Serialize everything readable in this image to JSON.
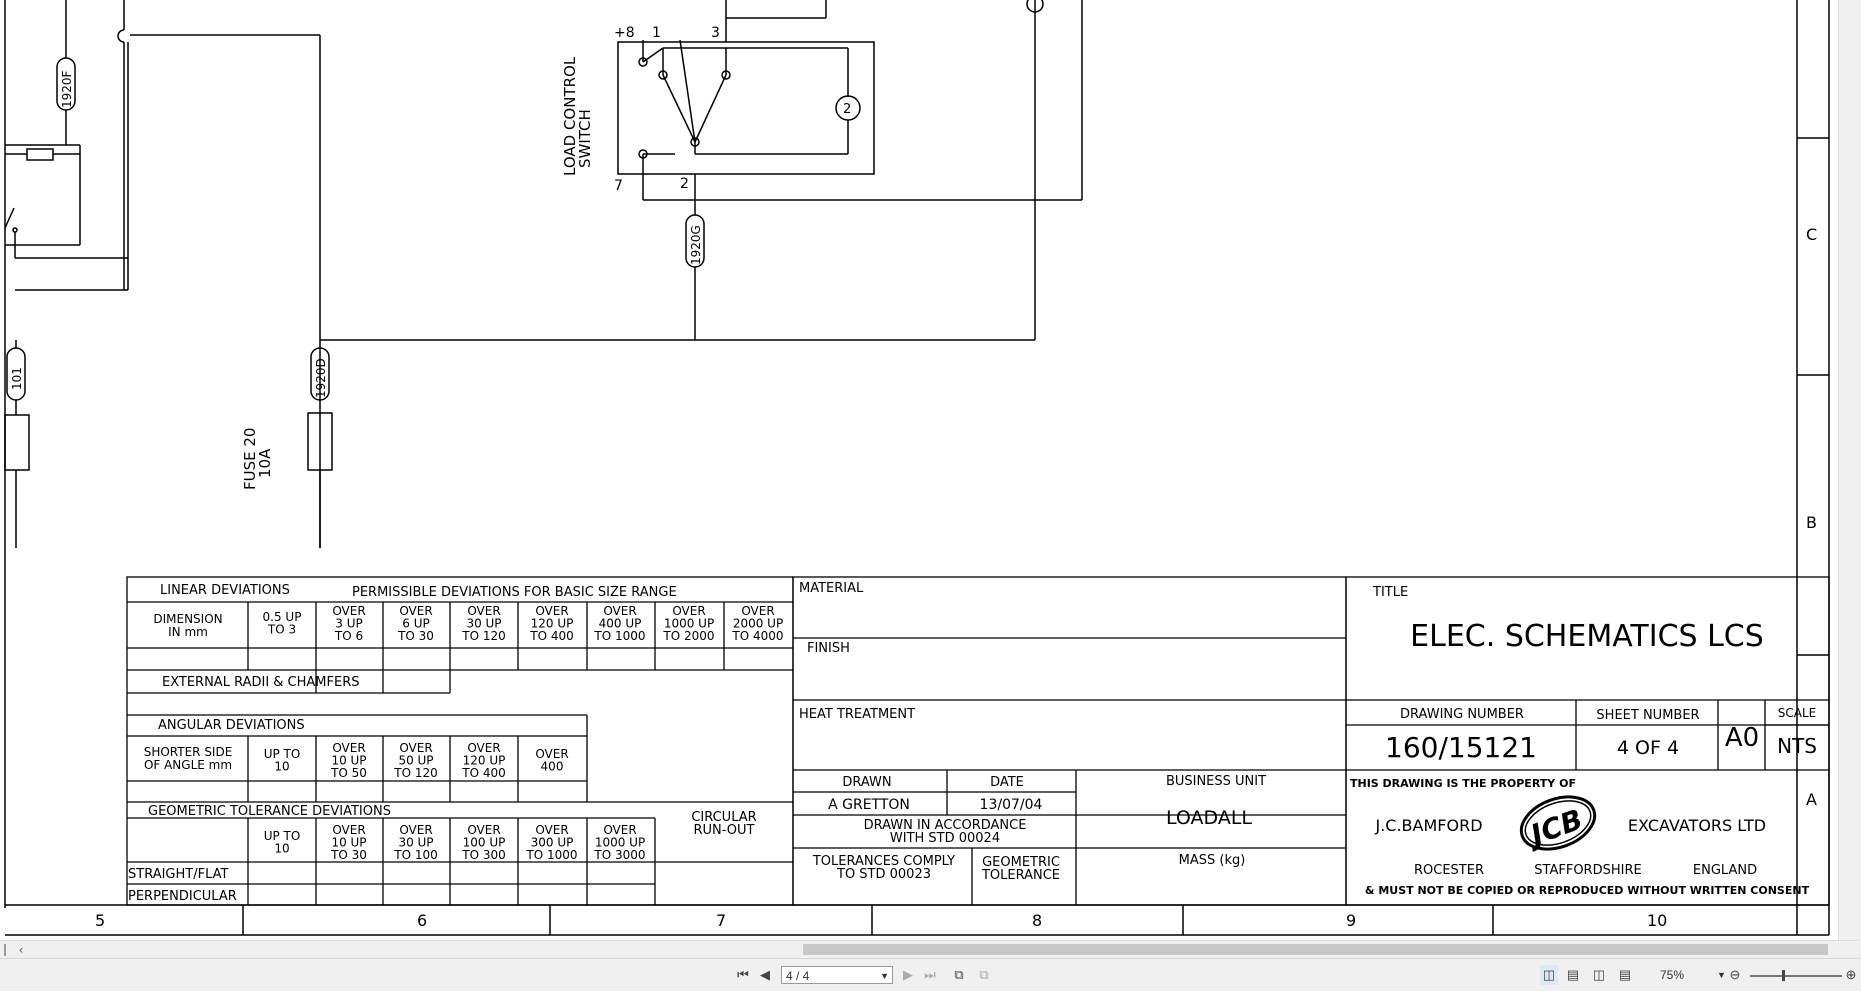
{
  "drawing": {
    "component_labels": {
      "load_control_switch": [
        "LOAD CONTROL",
        "SWITCH"
      ],
      "fuse": [
        "FUSE 20",
        "10A"
      ],
      "pin_plus8": "+8",
      "pin_1": "1",
      "pin_3": "3",
      "pin_7": "7",
      "pin_2": "2",
      "circle_2": "2",
      "wire_1920F": "1920F",
      "wire_1920G": "1920G",
      "wire_1920D": "1920D",
      "wire_101": "101"
    },
    "zone_letters": [
      "C",
      "B",
      "A"
    ],
    "zone_numbers": [
      "5",
      "6",
      "7",
      "8",
      "9",
      "10"
    ]
  },
  "tolerance_table": {
    "linear_deviations": "LINEAR DEVIATIONS",
    "permissible": "PERMISSIBLE DEVIATIONS FOR BASIC SIZE RANGE",
    "dimension": [
      "DIMENSION",
      "IN mm"
    ],
    "linear_cols": [
      [
        "0.5 UP",
        "TO 3"
      ],
      [
        "OVER",
        "3 UP",
        "TO 6"
      ],
      [
        "OVER",
        "6 UP",
        "TO 30"
      ],
      [
        "OVER",
        "30 UP",
        "TO 120"
      ],
      [
        "OVER",
        "120 UP",
        "TO 400"
      ],
      [
        "OVER",
        "400 UP",
        "TO 1000"
      ],
      [
        "OVER",
        "1000 UP",
        "TO 2000"
      ],
      [
        "OVER",
        "2000 UP",
        "TO 4000"
      ]
    ],
    "external_radii": "EXTERNAL RADII & CHAMFERS",
    "angular_deviations": "ANGULAR DEVIATIONS",
    "shorter_side": [
      "SHORTER SIDE",
      "OF ANGLE mm"
    ],
    "angular_cols": [
      [
        "UP TO",
        "10"
      ],
      [
        "OVER",
        "10 UP",
        "TO 50"
      ],
      [
        "OVER",
        "50 UP",
        "TO 120"
      ],
      [
        "OVER",
        "120 UP",
        "TO 400"
      ],
      [
        "OVER",
        "400"
      ]
    ],
    "geometric_deviations": "GEOMETRIC TOLERANCE DEVIATIONS",
    "geometric_cols": [
      [
        "UP TO",
        "10"
      ],
      [
        "OVER",
        "10 UP",
        "TO 30"
      ],
      [
        "OVER",
        "30 UP",
        "TO 100"
      ],
      [
        "OVER",
        "100 UP",
        "TO 300"
      ],
      [
        "OVER",
        "300 UP",
        "TO 1000"
      ],
      [
        "OVER",
        "1000 UP",
        "TO 3000"
      ]
    ],
    "circular_runout": [
      "CIRCULAR",
      "RUN-OUT"
    ],
    "straight_flat": "STRAIGHT/FLAT",
    "perpendicular": "PERPENDICULAR"
  },
  "middle_block": {
    "material": "MATERIAL",
    "finish": "FINISH",
    "heat_treatment": "HEAT TREATMENT",
    "drawn": "DRAWN",
    "date": "DATE",
    "drawn_by": "A GRETTON",
    "drawn_date": "13/07/04",
    "drawn_accordance": [
      "DRAWN IN ACCORDANCE",
      "WITH STD 00024"
    ],
    "tolerances_comply": [
      "TOLERANCES COMPLY",
      "TO STD 00023"
    ],
    "geometric_tolerance": [
      "GEOMETRIC",
      "TOLERANCE"
    ],
    "business_unit": "BUSINESS UNIT",
    "business_unit_value": "LOADALL",
    "mass": "MASS (kg)"
  },
  "title_block": {
    "title_label": "TITLE",
    "title": "ELEC. SCHEMATICS LCS",
    "drawing_number_label": "DRAWING NUMBER",
    "drawing_number": "160/15121",
    "sheet_number_label": "SHEET NUMBER",
    "sheet_number": "4 OF 4",
    "size": "A0",
    "scale_label": "SCALE",
    "scale": "NTS",
    "property_of": "THIS DRAWING IS THE PROPERTY OF",
    "company_left": "J.C.BAMFORD",
    "company_right": "EXCAVATORS LTD",
    "logo_text": "JCB",
    "location": [
      "ROCESTER",
      "STAFFORDSHIRE",
      "ENGLAND"
    ],
    "consent": "& MUST NOT BE COPIED OR REPRODUCED WITHOUT WRITTEN CONSENT"
  },
  "viewer": {
    "page_field": "4 / 4",
    "zoom": "75%",
    "colors": {
      "chrome": "#f0f0f0",
      "thumb": "#c8c8c8"
    }
  }
}
